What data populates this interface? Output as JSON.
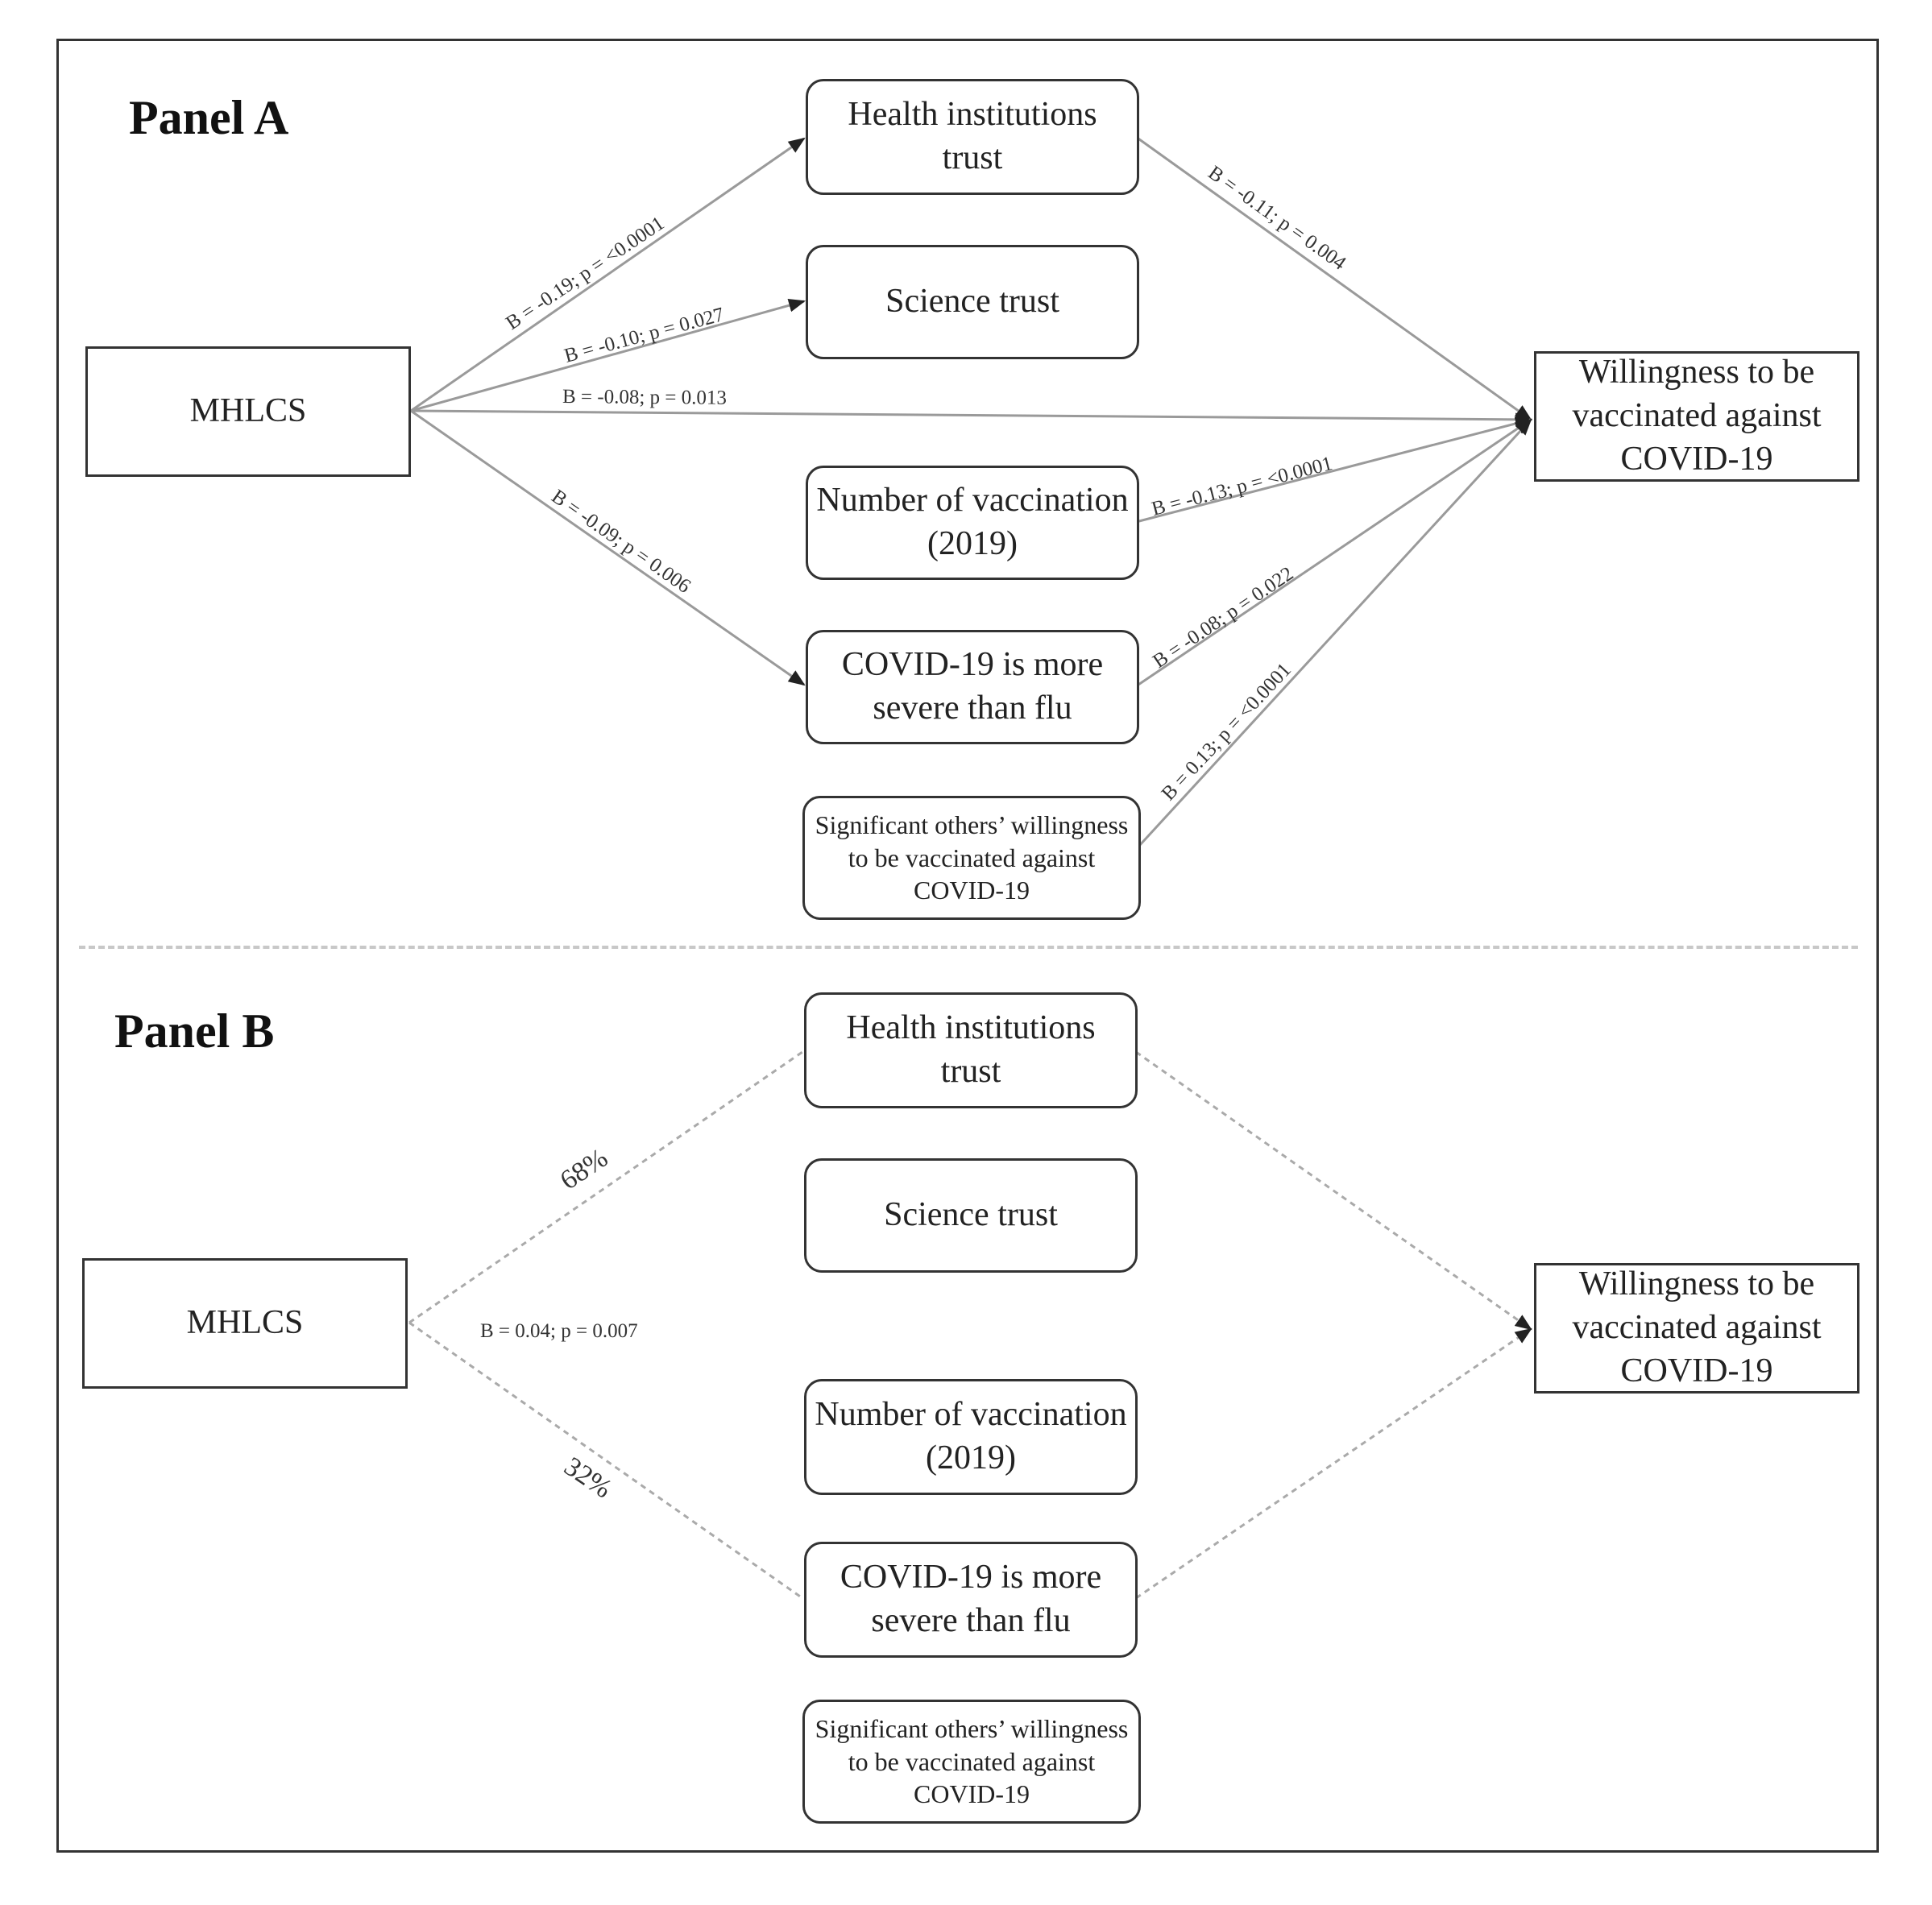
{
  "panel_a": {
    "title": "Panel A",
    "nodes": {
      "mhlcs": "MHLCS",
      "health_trust": "Health institutions trust",
      "science_trust": "Science trust",
      "num_vaccination": "Number of vaccination (2019)",
      "covid_severe": "COVID-19 is more severe than flu",
      "significant_others": "Significant others’ willingness to be vaccinated against COVID-19",
      "willingness": "Willingness to be vaccinated against COVID-19"
    },
    "edges": {
      "mhlcs_health": "B = -0.19; p = <0.0001",
      "mhlcs_science": "B = -0.10; p = 0.027",
      "mhlcs_willingness": "B = -0.08; p = 0.013",
      "mhlcs_covid": "B = -0.09; p = 0.006",
      "health_willingness": "B = -0.11; p = 0.004",
      "vaccination_willingness": "B = -0.13; p = <0.0001",
      "covid_willingness": "B = -0.08; p = 0.022",
      "others_willingness": "B = 0.13; p = <0.0001"
    }
  },
  "panel_b": {
    "title": "Panel B",
    "nodes": {
      "mhlcs": "MHLCS",
      "health_trust": "Health institutions trust",
      "science_trust": "Science trust",
      "num_vaccination": "Number of vaccination (2019)",
      "covid_severe": "COVID-19 is more severe than flu",
      "significant_others": "Significant others’ willingness to be vaccinated against COVID-19",
      "willingness": "Willingness to be vaccinated against COVID-19"
    },
    "edges": {
      "total_effect": "B = 0.04; p = 0.007",
      "via_health_pct": "68%",
      "via_covid_pct": "32%"
    }
  }
}
